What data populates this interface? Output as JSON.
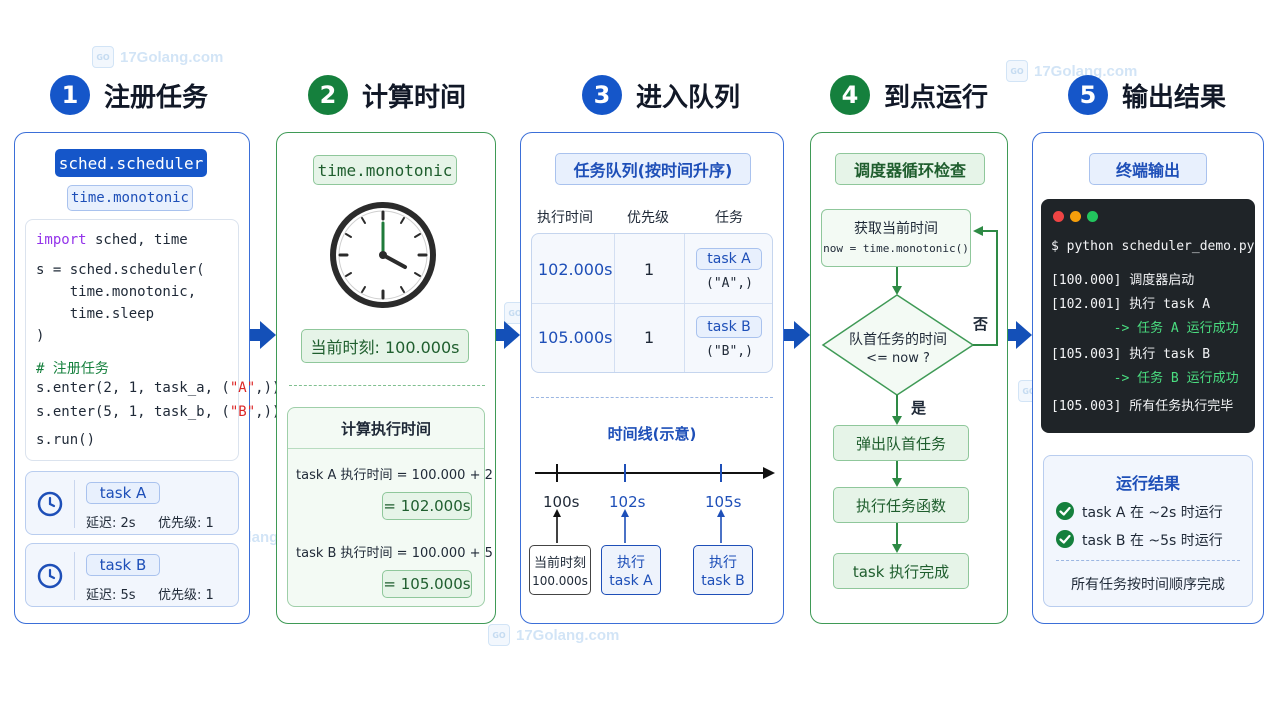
{
  "watermark": "17Golang.com",
  "steps": [
    {
      "num": "1",
      "title": "注册任务"
    },
    {
      "num": "2",
      "title": "计算时间"
    },
    {
      "num": "3",
      "title": "进入队列"
    },
    {
      "num": "4",
      "title": "到点运行"
    },
    {
      "num": "5",
      "title": "输出结果"
    }
  ],
  "panel1": {
    "badge_main": "sched.scheduler",
    "badge_sub": "time.monotonic",
    "code": {
      "l1_kw": "import",
      "l1_rest": " sched, time",
      "l2": "s = sched.scheduler(",
      "l3": "    time.monotonic,",
      "l4": "    time.sleep",
      "l5": ")",
      "l6": "# 注册任务",
      "l7_a": "s.enter(2, 1, task_a, (",
      "l7_s": "\"A\"",
      "l7_b": ",))",
      "l8_a": "s.enter(5, 1, task_b, (",
      "l8_s": "\"B\"",
      "l8_b": ",))",
      "l9": "s.run()"
    },
    "tasks": [
      {
        "name": "task A",
        "delay": "延迟: 2s",
        "priority": "优先级: 1"
      },
      {
        "name": "task B",
        "delay": "延迟: 5s",
        "priority": "优先级: 1"
      }
    ]
  },
  "panel2": {
    "badge": "time.monotonic",
    "current_time": "当前时刻: 100.000s",
    "calc_title": "计算执行时间",
    "calc_a_label": "task A 执行时间 = 100.000 + 2",
    "calc_a_result": "= 102.000s",
    "calc_b_label": "task B 执行时间 = 100.000 + 5",
    "calc_b_result": "= 105.000s"
  },
  "panel3": {
    "title": "任务队列(按时间升序)",
    "headers": [
      "执行时间",
      "优先级",
      "任务"
    ],
    "rows": [
      {
        "time": "102.000s",
        "priority": "1",
        "task": "task A",
        "args": "(\"A\",)"
      },
      {
        "time": "105.000s",
        "priority": "1",
        "task": "task B",
        "args": "(\"B\",)"
      }
    ],
    "timeline_title": "时间线(示意)",
    "ticks": [
      "100s",
      "102s",
      "105s"
    ],
    "markers": [
      {
        "l1": "当前时刻",
        "l2": "100.000s"
      },
      {
        "l1": "执行",
        "l2": "task A"
      },
      {
        "l1": "执行",
        "l2": "task B"
      }
    ]
  },
  "panel4": {
    "title": "调度器循环检查",
    "get_time_1": "获取当前时间",
    "get_time_2": "now = time.monotonic()",
    "decision_1": "队首任务的时间",
    "decision_2": "<= now ?",
    "no": "否",
    "yes": "是",
    "pop": "弹出队首任务",
    "exec": "执行任务函数",
    "done": "task 执行完成"
  },
  "panel5": {
    "title": "终端输出",
    "terminal": {
      "cmd": "$ python scheduler_demo.py",
      "l1": "[100.000] 调度器启动",
      "l2": "[102.001] 执行 task A",
      "l3": "        -> 任务 A 运行成功",
      "l4": "[105.003] 执行 task B",
      "l5": "        -> 任务 B 运行成功",
      "l6": "[105.003] 所有任务执行完毕"
    },
    "result_title": "运行结果",
    "results": [
      "task A 在 ~2s 时运行",
      "task B 在 ~5s 时运行"
    ],
    "summary": "所有任务按时间顺序完成"
  },
  "colors": {
    "blue": "#1556c9",
    "green": "#15803d",
    "terminal_bg": "#1f2428"
  }
}
